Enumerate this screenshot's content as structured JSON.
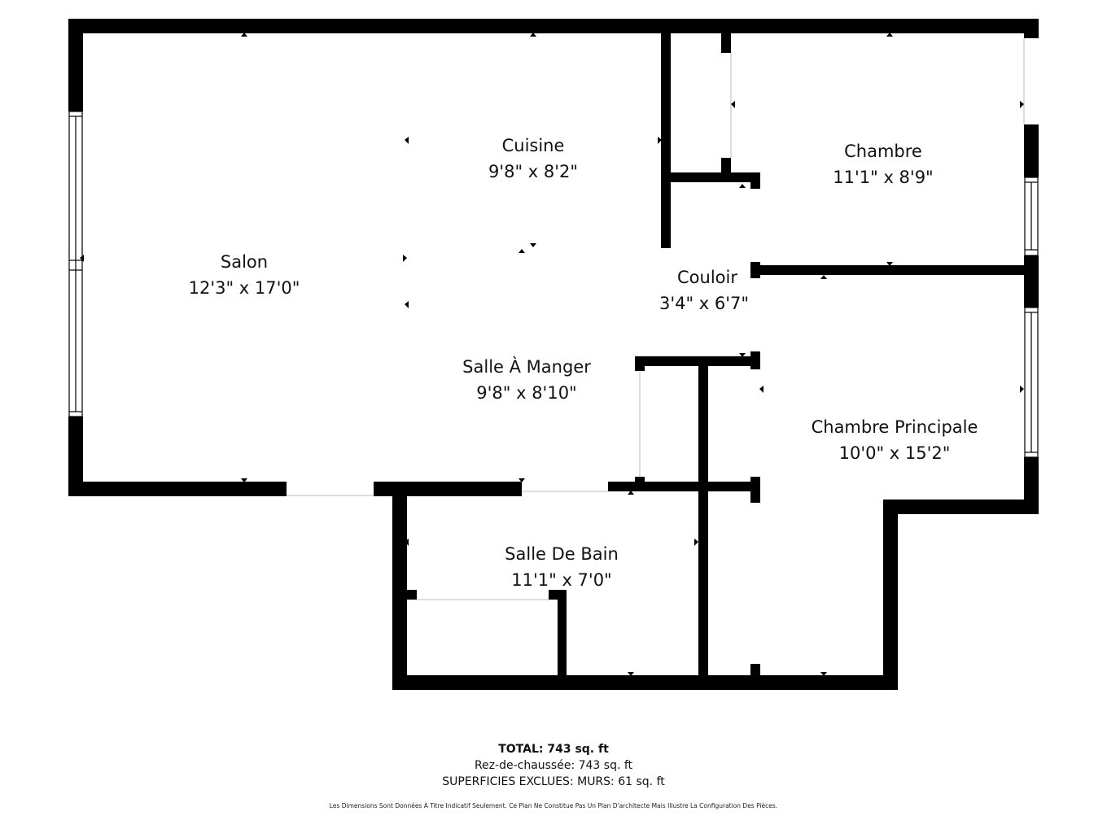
{
  "plan": {
    "wall_color": "#000000",
    "background": "#ffffff",
    "rooms": [
      {
        "name": "Salon",
        "dims": "12'3\" x 17'0\""
      },
      {
        "name": "Cuisine",
        "dims": "9'8\" x 8'2\""
      },
      {
        "name": "Chambre",
        "dims": "11'1\" x 8'9\""
      },
      {
        "name": "Couloir",
        "dims": "3'4\" x 6'7\""
      },
      {
        "name": "Salle À Manger",
        "dims": "9'8\" x 8'10\""
      },
      {
        "name": "Chambre Principale",
        "dims": "10'0\" x 15'2\""
      },
      {
        "name": "Salle De Bain",
        "dims": "11'1\" x 7'0\""
      }
    ]
  },
  "footer": {
    "total": "TOTAL: 743 sq. ft",
    "floor": "Rez-de-chaussée: 743 sq. ft",
    "excluded": "SUPERFICIES EXCLUES: MURS: 61 sq. ft",
    "disclaimer": "Les Dimensions Sont Données À Titre Indicatif Seulement. Ce Plan Ne Constitue Pas Un Plan D'architecte Mais Illustre La Configuration Des Pièces."
  }
}
